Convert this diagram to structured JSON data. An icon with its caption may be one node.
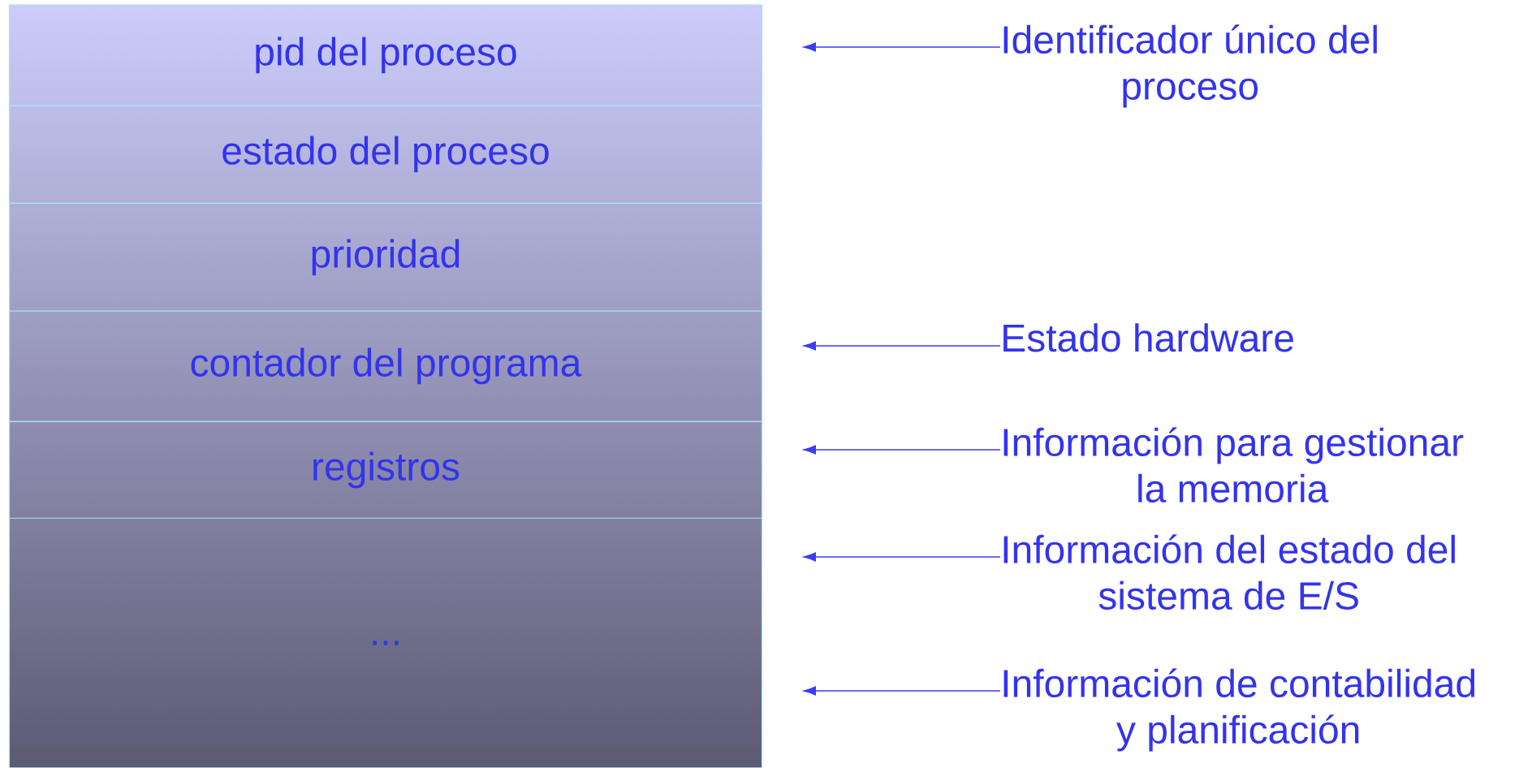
{
  "diagram": {
    "nodes": [
      {
        "text": [
          "pid del proceso"
        ]
      },
      {
        "text": [
          "estado del proceso"
        ]
      },
      {
        "text": [
          "prioridad"
        ]
      },
      {
        "text": [
          "contador del programa"
        ]
      },
      {
        "text": [
          "registros"
        ]
      },
      {
        "text": [
          "..."
        ]
      },
      {
        "text": [
          "Identificador único del proceso"
        ]
      },
      {
        "text": [
          "Estado hardware"
        ]
      },
      {
        "text": [
          "Información para gestionar la memoria"
        ]
      },
      {
        "text": [
          "Información del estado del sistema de E/S"
        ]
      },
      {
        "text": [
          "Información de contabilidad y planificación"
        ]
      }
    ],
    "edges": [
      {
        "from": 6,
        "to": null,
        "arrow": "to"
      },
      {
        "from": 7,
        "to": null,
        "arrow": "to"
      },
      {
        "from": 8,
        "to": null,
        "arrow": "to"
      },
      {
        "from": 9,
        "to": null,
        "arrow": "to"
      },
      {
        "from": 10,
        "to": null,
        "arrow": "to"
      }
    ]
  }
}
